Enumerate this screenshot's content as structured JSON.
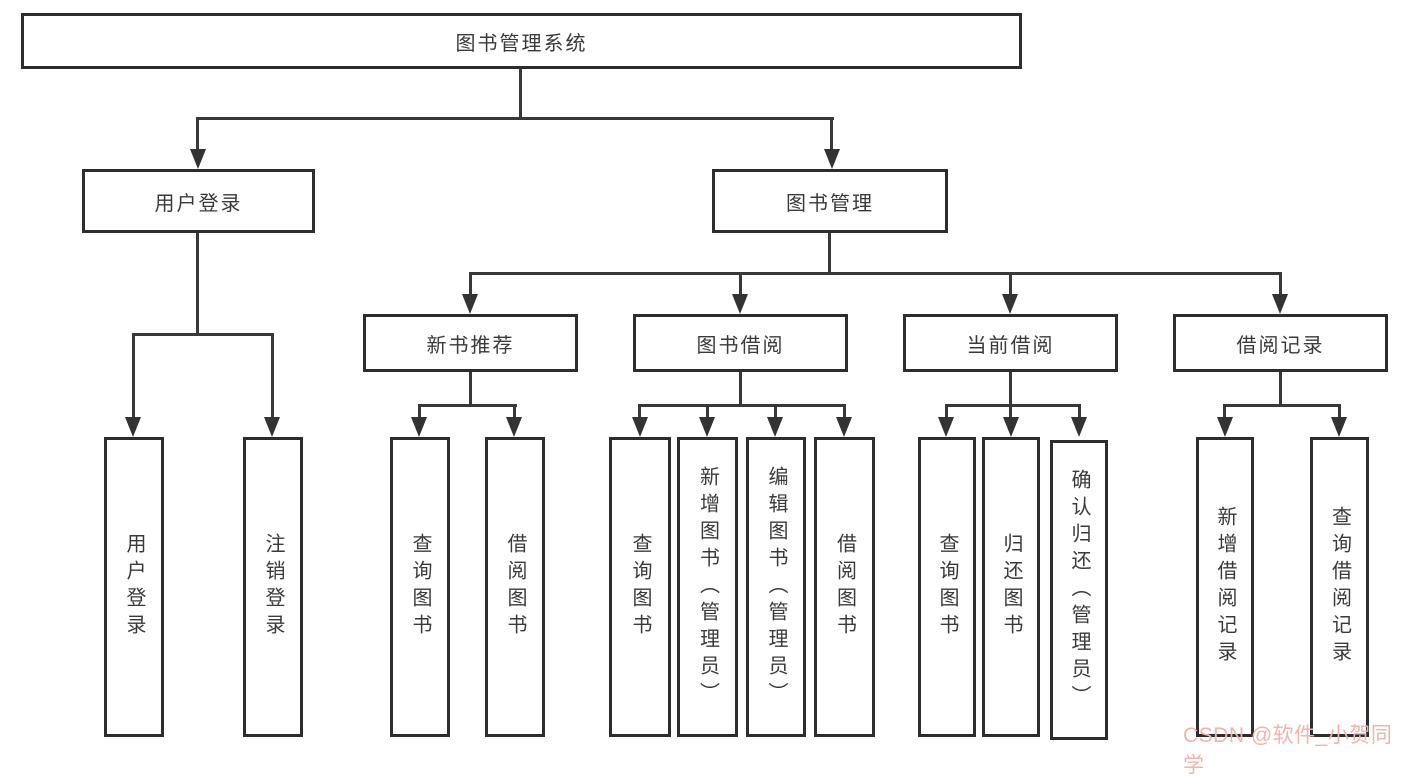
{
  "root": {
    "label": "图书管理系统"
  },
  "branches": [
    {
      "label": "用户登录",
      "leaves": [
        {
          "label": "用户登录"
        },
        {
          "label": "注销登录"
        }
      ]
    },
    {
      "label": "图书管理",
      "groups": [
        {
          "label": "新书推荐",
          "leaves": [
            {
              "label": "查询图书"
            },
            {
              "label": "借阅图书"
            }
          ]
        },
        {
          "label": "图书借阅",
          "leaves": [
            {
              "label": "查询图书"
            },
            {
              "label": "新增图书（管理员）"
            },
            {
              "label": "编辑图书（管理员）"
            },
            {
              "label": "借阅图书"
            }
          ]
        },
        {
          "label": "当前借阅",
          "leaves": [
            {
              "label": "查询图书"
            },
            {
              "label": "归还图书"
            },
            {
              "label": "确认归还（管理员）"
            }
          ]
        },
        {
          "label": "借阅记录",
          "leaves": [
            {
              "label": "新增借阅记录"
            },
            {
              "label": "查询借阅记录"
            }
          ]
        }
      ]
    }
  ],
  "watermark": {
    "text": "CSDN @软件_小贺同学",
    "color": "#F2B3AC"
  },
  "colors": {
    "line": "#383838",
    "border": "#2d2d2d",
    "text": "#3a3a3a"
  }
}
